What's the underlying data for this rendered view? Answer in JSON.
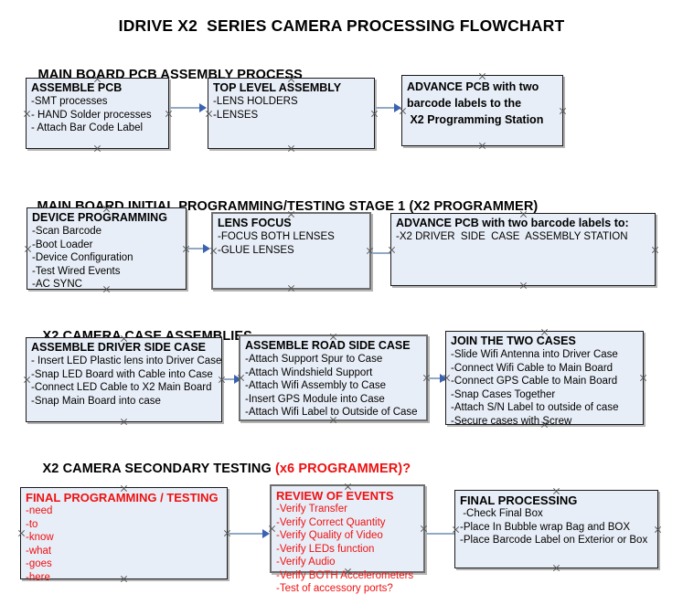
{
  "document": {
    "title": "IDRIVE X2  SERIES CAMERA PROCESSING FLOWCHART"
  },
  "colors": {
    "box_fill": "#e8eef7",
    "box_border": "#1a1a1a",
    "box_border_gray": "#6e6e6e",
    "arrow_shaft": "#92a9c4",
    "arrow_head": "#3b62b0",
    "text": "#000000",
    "accent_red": "#ee1111",
    "background": "#ffffff"
  },
  "sections": [
    {
      "heading": "MAIN BOARD PCB ASSEMBLY PROCESS",
      "heading_accent": "",
      "nodes": [
        {
          "title": "ASSEMBLE PCB",
          "lines": [
            "-SMT processes",
            "- HAND Solder processes",
            "- Attach Bar Code Label"
          ]
        },
        {
          "title": "TOP LEVEL ASSEMBLY",
          "lines": [
            "-LENS HOLDERS",
            "-LENSES"
          ]
        },
        {
          "title_lines": [
            "ADVANCE PCB with two",
            "barcode labels to the",
            " X2 Programming Station"
          ],
          "lines": []
        }
      ]
    },
    {
      "heading": "MAIN BOARD INITIAL PROGRAMMING/TESTING STAGE 1 (X2 PROGRAMMER)",
      "heading_accent": "",
      "nodes": [
        {
          "title": "DEVICE PROGRAMMING",
          "lines": [
            "-Scan Barcode",
            "-Boot Loader",
            "-Device Configuration",
            "-Test Wired Events",
            "-AC SYNC"
          ]
        },
        {
          "title": "LENS FOCUS",
          "lines": [
            "-FOCUS BOTH LENSES",
            "-GLUE LENSES"
          ]
        },
        {
          "title": "ADVANCE PCB with two barcode labels to:",
          "lines": [
            "-X2 DRIVER  SIDE  CASE  ASSEMBLY STATION"
          ]
        }
      ]
    },
    {
      "heading": "X2 CAMERA CASE ASSEMBLIES",
      "heading_accent": "",
      "nodes": [
        {
          "title": "ASSEMBLE DRIVER SIDE CASE",
          "lines": [
            "- Insert LED Plastic lens into Driver Case",
            "-Snap LED Board with Cable into Case",
            "-Connect LED Cable to X2 Main Board",
            "-Snap Main Board into case"
          ]
        },
        {
          "title": "ASSEMBLE ROAD SIDE CASE",
          "lines": [
            "-Attach Support Spur to Case",
            "-Attach Windshield Support",
            "-Attach Wifi Assembly to Case",
            "-Insert GPS Module into Case",
            "-Attach Wifi Label to Outside of Case"
          ]
        },
        {
          "title": "JOIN THE TWO CASES",
          "lines": [
            "-Slide Wifi Antenna into Driver Case",
            "-Connect Wifi Cable to Main Board",
            "-Connect GPS Cable to Main Board",
            "-Snap Cases Together",
            "-Attach S/N Label to outside of case",
            "-Secure cases with Screw"
          ]
        }
      ]
    },
    {
      "heading": "X2 CAMERA SECONDARY TESTING ",
      "heading_accent": "(x6 PROGRAMMER)?",
      "nodes": [
        {
          "title": "FINAL PROGRAMMING / TESTING",
          "lines": [
            "-need",
            "-to",
            "-know",
            "-what",
            "-goes",
            "-here"
          ]
        },
        {
          "title": "REVIEW OF EVENTS",
          "lines": [
            "-Verify Transfer",
            "-Verify Correct Quantity",
            "-Verify Quality of Video",
            "-Verify LEDs function",
            "-Verify Audio",
            "-Verify BOTH Accelerometers",
            "-Test of accessory ports?"
          ]
        },
        {
          "title": "FINAL PROCESSING",
          "lines": [
            " -Check Final Box",
            "-Place In Bubble wrap Bag and BOX",
            "-Place Barcode Label on Exterior or Box"
          ]
        }
      ]
    }
  ]
}
